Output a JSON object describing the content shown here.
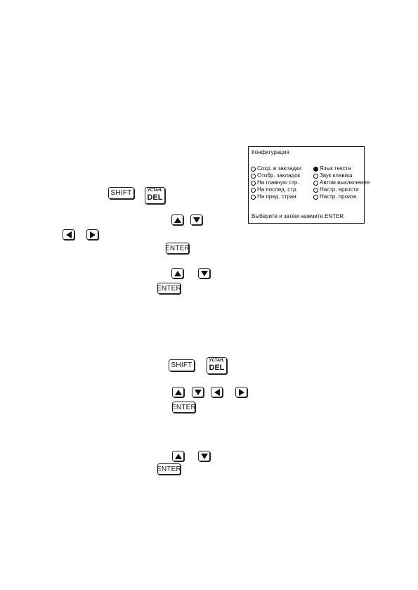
{
  "screen": {
    "title": "Конфигурация",
    "left_options": [
      {
        "label": "Сохр. в закладки",
        "selected": false
      },
      {
        "label": "Отобр. закладок",
        "selected": false
      },
      {
        "label": "На главную стр.",
        "selected": false
      },
      {
        "label": "На послед. стр.",
        "selected": false
      },
      {
        "label": "На пред. стран.",
        "selected": false
      }
    ],
    "right_options": [
      {
        "label": "Язык текста",
        "selected": true
      },
      {
        "label": "Звук клавиш",
        "selected": false
      },
      {
        "label": "Автом.выключение",
        "selected": false
      },
      {
        "label": "Настр. яркости",
        "selected": false
      },
      {
        "label": "Настр. произн.",
        "selected": false
      }
    ],
    "hint": "Выберите и затем нажмите ENTER"
  },
  "keys": {
    "shift": "SHIFT",
    "del_top": "УСТАН.",
    "del_main": "DEL",
    "enter": "ENTER"
  },
  "icons": {
    "up": "up-arrow-icon",
    "down": "down-arrow-icon",
    "left": "left-arrow-icon",
    "right": "right-arrow-icon"
  }
}
